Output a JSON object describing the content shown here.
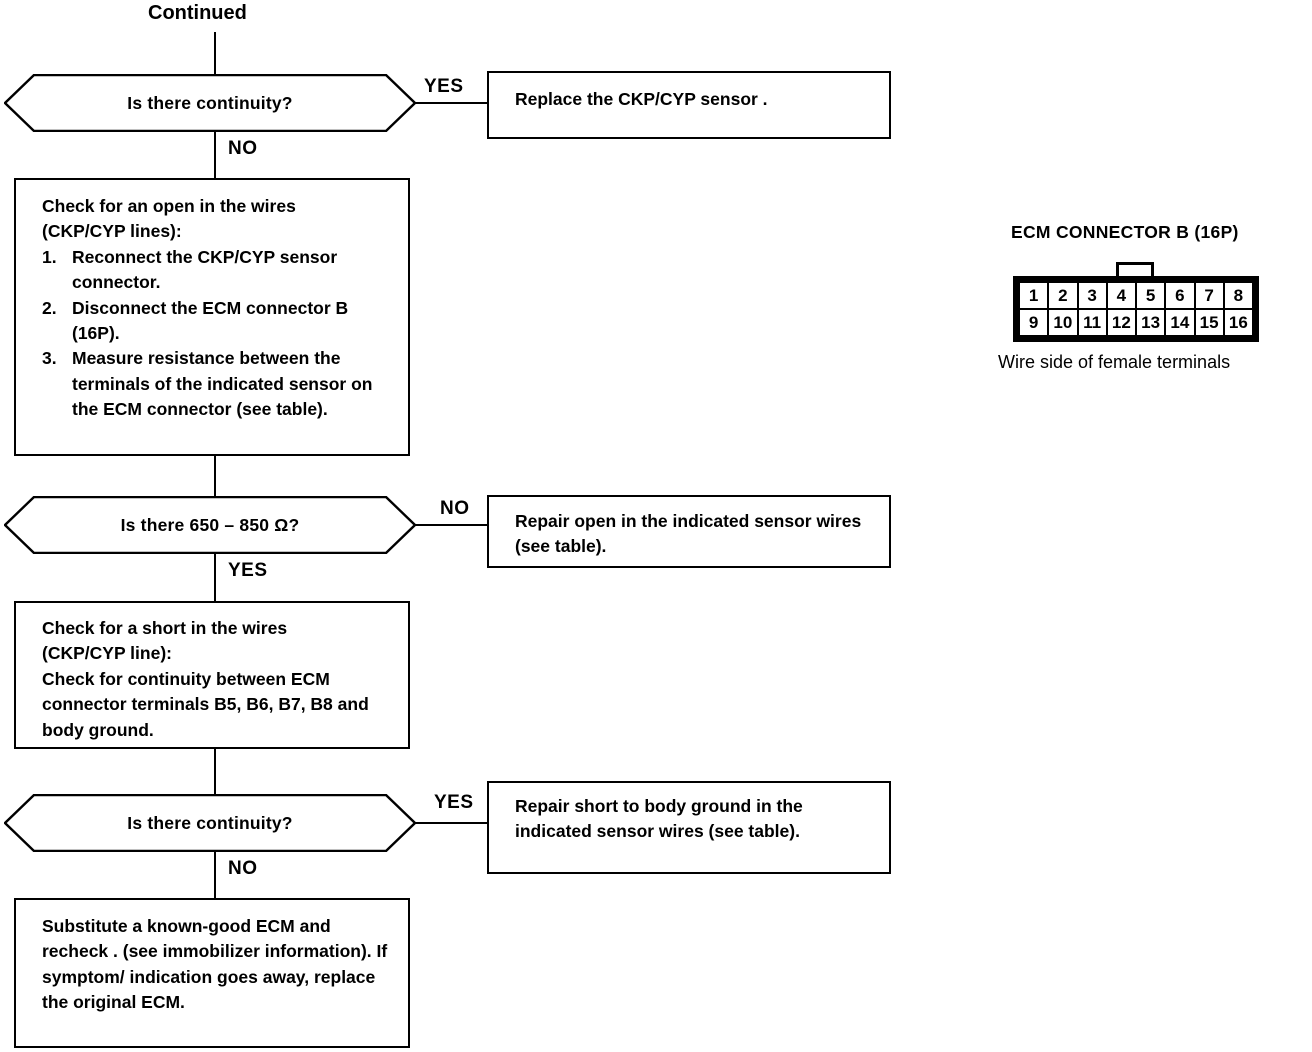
{
  "flow": {
    "entry_label": "Continued",
    "decision_1": {
      "text": "Is there continuity?",
      "yes_label": "YES",
      "no_label": "NO"
    },
    "result_1": {
      "text": "Replace the CKP/CYP sensor ."
    },
    "process_1": {
      "heading_line_1": "Check for an open in the wires",
      "heading_line_2": "(CKP/CYP lines):",
      "steps": [
        {
          "num": "1.",
          "text": "Reconnect the CKP/CYP sensor connector."
        },
        {
          "num": "2.",
          "text": "Disconnect the ECM connector B (16P)."
        },
        {
          "num": "3.",
          "text": "Measure resistance between the terminals of the indicated sensor on the ECM connector (see table)."
        }
      ]
    },
    "decision_2": {
      "text": "Is there 650 – 850 Ω?",
      "no_label": "NO",
      "yes_label": "YES"
    },
    "result_2": {
      "text": "Repair open in the indicated sensor wires (see table)."
    },
    "process_2": {
      "heading_line_1": "Check for a short in the wires",
      "heading_line_2": "(CKP/CYP line):",
      "body": "Check for continuity between ECM connector terminals B5, B6, B7, B8 and body ground."
    },
    "decision_3": {
      "text": "Is there continuity?",
      "yes_label": "YES",
      "no_label": "NO"
    },
    "result_3": {
      "text": "Repair short to body ground in the indicated sensor wires (see table)."
    },
    "process_3": {
      "body": "Substitute a known-good ECM and recheck . (see  immobilizer information). If  symptom/ indication goes away, replace the original ECM."
    }
  },
  "connector": {
    "title": "ECM CONNECTOR B (16P)",
    "caption": "Wire side of female terminals",
    "rows": [
      [
        "1",
        "2",
        "3",
        "4",
        "5",
        "6",
        "7",
        "8"
      ],
      [
        "9",
        "10",
        "11",
        "12",
        "13",
        "14",
        "15",
        "16"
      ]
    ]
  },
  "colors": {
    "ink": "#000000",
    "paper": "#ffffff"
  }
}
